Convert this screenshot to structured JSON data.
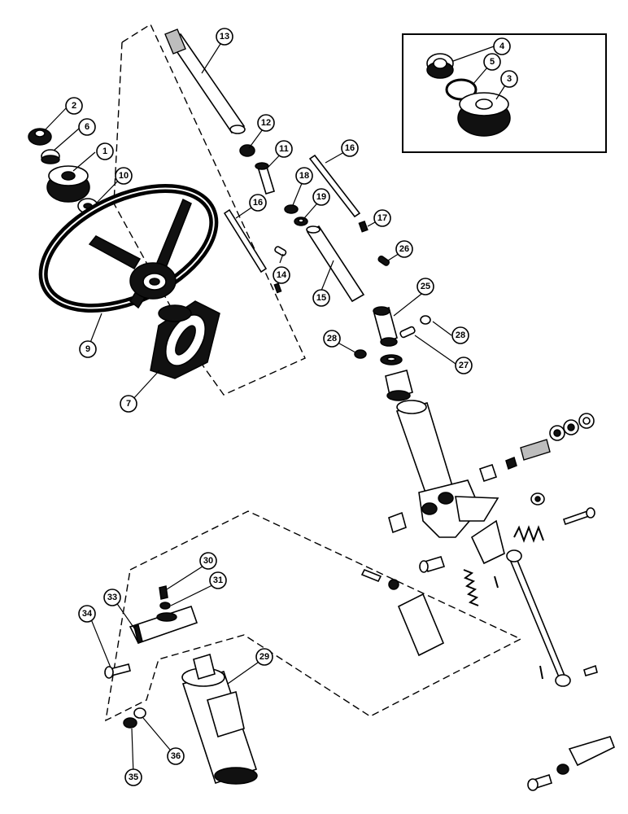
{
  "callouts": [
    {
      "id": "c1",
      "label": "1"
    },
    {
      "id": "c2",
      "label": "2"
    },
    {
      "id": "c3",
      "label": "3"
    },
    {
      "id": "c4",
      "label": "4"
    },
    {
      "id": "c5",
      "label": "5"
    },
    {
      "id": "c6",
      "label": "6"
    },
    {
      "id": "c7",
      "label": "7"
    },
    {
      "id": "c9",
      "label": "9"
    },
    {
      "id": "c10",
      "label": "10"
    },
    {
      "id": "c11",
      "label": "11"
    },
    {
      "id": "c12",
      "label": "12"
    },
    {
      "id": "c13",
      "label": "13"
    },
    {
      "id": "c14",
      "label": "14"
    },
    {
      "id": "c15",
      "label": "15"
    },
    {
      "id": "c16a",
      "label": "16"
    },
    {
      "id": "c16b",
      "label": "16"
    },
    {
      "id": "c17",
      "label": "17"
    },
    {
      "id": "c18",
      "label": "18"
    },
    {
      "id": "c19",
      "label": "19"
    },
    {
      "id": "c25",
      "label": "25"
    },
    {
      "id": "c26",
      "label": "26"
    },
    {
      "id": "c27",
      "label": "27"
    },
    {
      "id": "c28a",
      "label": "28"
    },
    {
      "id": "c28b",
      "label": "28"
    },
    {
      "id": "c29",
      "label": "29"
    },
    {
      "id": "c30",
      "label": "30"
    },
    {
      "id": "c31",
      "label": "31"
    },
    {
      "id": "c33",
      "label": "33"
    },
    {
      "id": "c34",
      "label": "34"
    },
    {
      "id": "c35",
      "label": "35"
    },
    {
      "id": "c36",
      "label": "36"
    }
  ]
}
